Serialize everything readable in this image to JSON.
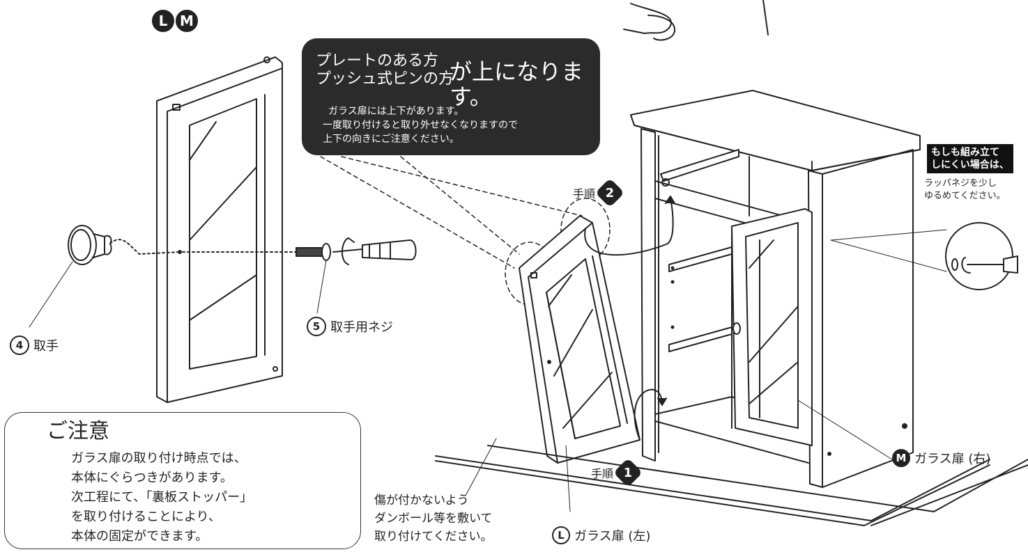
{
  "parts": {
    "door_pair_badge": [
      "L",
      "M"
    ],
    "knob": {
      "num": "4",
      "label": "取手"
    },
    "screw": {
      "num": "5",
      "label": "取手用ネジ"
    }
  },
  "orientation_panel": {
    "line1": "プレートのある方",
    "line2": "プッシュ式ピンの方",
    "headline": "が上になります。",
    "body": [
      "ガラス扉には上下があります。",
      "一度取り付けると取り外せなくなりますので",
      "上下の向きにご注意ください。"
    ]
  },
  "steps": [
    {
      "prefix": "手順",
      "num": "2"
    },
    {
      "prefix": "手順",
      "num": "1"
    }
  ],
  "tip": {
    "title": [
      "もしも組み立て",
      "しにくい場合は、"
    ],
    "body": [
      "ラッパネジを少し",
      "ゆるめてください。"
    ]
  },
  "doors": {
    "left": {
      "badge": "L",
      "label": "ガラス扉 (左)"
    },
    "right": {
      "badge": "M",
      "label": "ガラス扉 (右)"
    }
  },
  "floor_note": [
    "傷が付かないよう",
    "ダンボール等を敷いて",
    "取り付けてください。"
  ],
  "caution": {
    "title": "ご注意",
    "lines": [
      "ガラス扉の取り付け時点では、",
      "本体にぐらつきがあります。",
      "次工程にて、「裏板ストッパー」",
      "を取り付けることにより、",
      "本体の固定ができます。"
    ]
  }
}
